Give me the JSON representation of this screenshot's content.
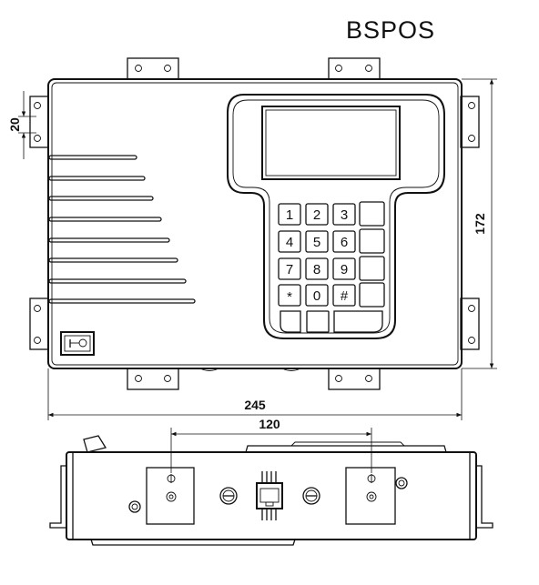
{
  "title": "BSPOS",
  "dimensions": {
    "width_total": "245",
    "height_total": "172",
    "bracket_gap": "20",
    "bracket_spacing": "120"
  },
  "keypad": {
    "rows": [
      [
        "1",
        "2",
        "3",
        ""
      ],
      [
        "4",
        "5",
        "6",
        ""
      ],
      [
        "7",
        "8",
        "9",
        ""
      ],
      [
        "*",
        "0",
        "#",
        ""
      ]
    ]
  },
  "icons": {
    "power_switch": "power-switch-icon",
    "rj45_port": "rj45-port-icon",
    "screw": "screw-icon"
  }
}
